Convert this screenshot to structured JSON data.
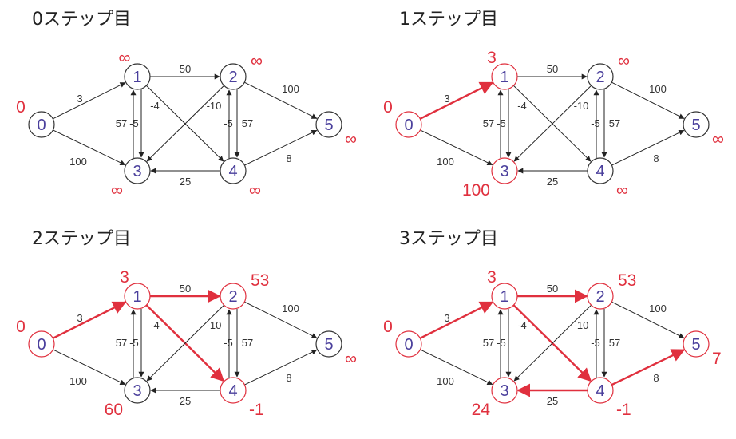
{
  "colors": {
    "highlight": "#e0303e",
    "node_label": "#4a3f9c",
    "edge": "#222222",
    "node_stroke": "#333333"
  },
  "graph": {
    "nodes": [
      "0",
      "1",
      "2",
      "3",
      "4",
      "5"
    ],
    "edges": [
      {
        "from": "0",
        "to": "1",
        "weight": "3"
      },
      {
        "from": "0",
        "to": "3",
        "weight": "100"
      },
      {
        "from": "1",
        "to": "2",
        "weight": "50"
      },
      {
        "from": "1",
        "to": "3",
        "weight": "57"
      },
      {
        "from": "3",
        "to": "1",
        "weight": "-5"
      },
      {
        "from": "1",
        "to": "4",
        "weight": "-4"
      },
      {
        "from": "2",
        "to": "3",
        "weight": "-10"
      },
      {
        "from": "2",
        "to": "4",
        "weight": "-5"
      },
      {
        "from": "4",
        "to": "2",
        "weight": "57"
      },
      {
        "from": "2",
        "to": "5",
        "weight": "100"
      },
      {
        "from": "4",
        "to": "3",
        "weight": "25"
      },
      {
        "from": "4",
        "to": "5",
        "weight": "8"
      }
    ]
  },
  "panels": [
    {
      "title": "0ステップ目",
      "distances": {
        "0": "0",
        "1": "∞",
        "2": "∞",
        "3": "∞",
        "4": "∞",
        "5": "∞"
      },
      "highlight_nodes": [],
      "highlight_edges": []
    },
    {
      "title": "1ステップ目",
      "distances": {
        "0": "0",
        "1": "3",
        "2": "∞",
        "3": "100",
        "4": "∞",
        "5": "∞"
      },
      "highlight_nodes": [
        "0",
        "1",
        "3"
      ],
      "highlight_edges": [
        "0-1"
      ]
    },
    {
      "title": "2ステップ目",
      "distances": {
        "0": "0",
        "1": "3",
        "2": "53",
        "3": "60",
        "4": "-1",
        "5": "∞"
      },
      "highlight_nodes": [
        "0",
        "1",
        "2",
        "4"
      ],
      "highlight_edges": [
        "0-1",
        "1-2",
        "1-4"
      ]
    },
    {
      "title": "3ステップ目",
      "distances": {
        "0": "0",
        "1": "3",
        "2": "53",
        "3": "24",
        "4": "-1",
        "5": "7"
      },
      "highlight_nodes": [
        "0",
        "1",
        "2",
        "3",
        "4",
        "5"
      ],
      "highlight_edges": [
        "0-1",
        "1-2",
        "1-4",
        "4-3",
        "4-5"
      ]
    }
  ]
}
